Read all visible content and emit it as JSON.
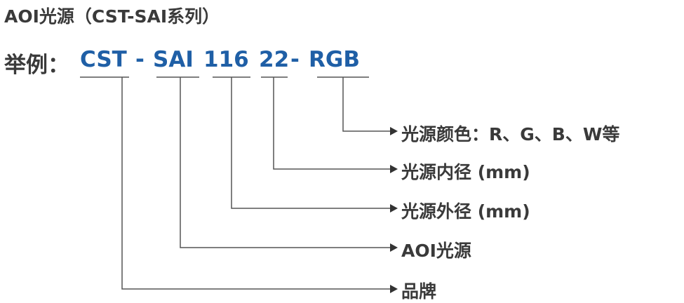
{
  "title": "AOI光源（CST-SAI系列）",
  "example": {
    "label": "举例：",
    "segments": {
      "brand": "CST",
      "dash1": "-",
      "series": "SAI",
      "outer": "116",
      "inner": "22",
      "dash2": "-",
      "color": "RGB"
    }
  },
  "descriptions": {
    "color": "光源颜色：R、G、B、W等",
    "inner": "光源内径 (mm)",
    "outer": "光源外径 (mm)",
    "series": "AOI光源",
    "brand": "品牌"
  },
  "colors": {
    "code_blue": "#1f5fa6",
    "text_dark": "#3a3a3a",
    "line_gray": "#555555"
  }
}
